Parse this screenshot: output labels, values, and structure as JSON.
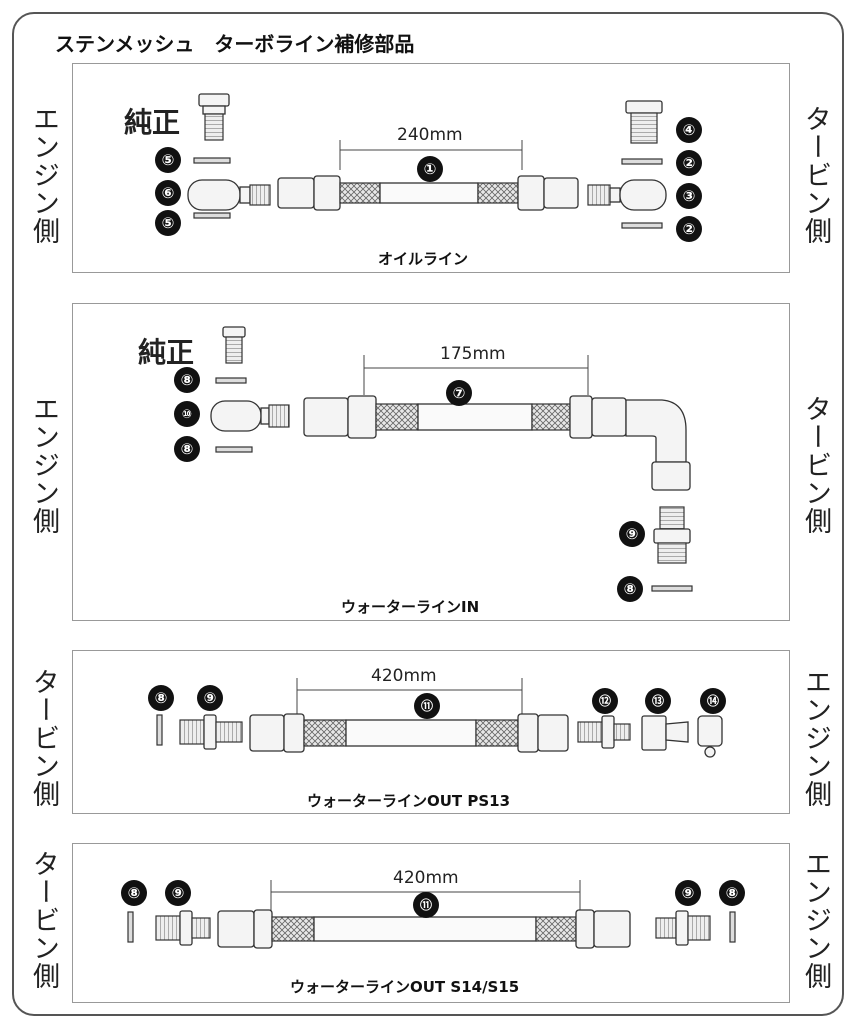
{
  "title": "ステンメッシュ　ターボライン補修部品",
  "side_labels": {
    "engine": "エンジン側",
    "turbine": "タービン側"
  },
  "junsei": "純正",
  "panels": [
    {
      "caption": "オイルライン",
      "length": "240mm",
      "hose_number": "①",
      "left_parts": [
        "⑤",
        "⑥",
        "⑤"
      ],
      "right_parts": [
        "④",
        "②",
        "③",
        "②"
      ]
    },
    {
      "caption": "ウォーターラインIN",
      "length": "175mm",
      "hose_number": "⑦",
      "left_parts": [
        "⑧",
        "⑩",
        "⑧"
      ],
      "right_parts": [
        "⑨",
        "⑧"
      ]
    },
    {
      "caption": "ウォーターラインOUT PS13",
      "length": "420mm",
      "hose_number": "⑪",
      "left_parts": [
        "⑧",
        "⑨"
      ],
      "right_parts": [
        "⑫",
        "⑬",
        "⑭"
      ]
    },
    {
      "caption": "ウォーターラインOUT S14/S15",
      "length": "420mm",
      "hose_number": "⑪",
      "left_parts": [
        "⑧",
        "⑨"
      ],
      "right_parts": [
        "⑨",
        "⑧"
      ]
    }
  ]
}
